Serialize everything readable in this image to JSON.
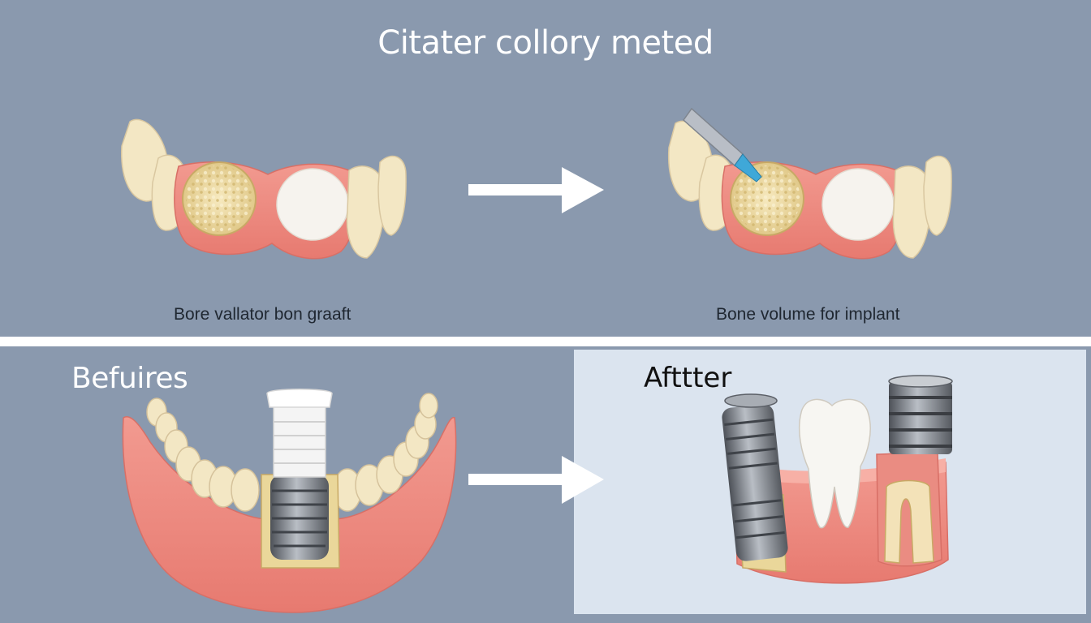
{
  "title": "Citater collory meted",
  "top_left_caption": "Bore vallator bon graaft",
  "top_right_caption": "Bone volume for implant",
  "bottom_left_label": "Befuires",
  "bottom_right_label": "Afttter",
  "colors": {
    "background": "#8a99ae",
    "gum": "#ef8f86",
    "tooth": "#f2e6c6",
    "bone_graft": "#ead79a",
    "implant": "#7b7f86",
    "after_panel": "#dbe4ef",
    "arrow": "#ffffff"
  }
}
